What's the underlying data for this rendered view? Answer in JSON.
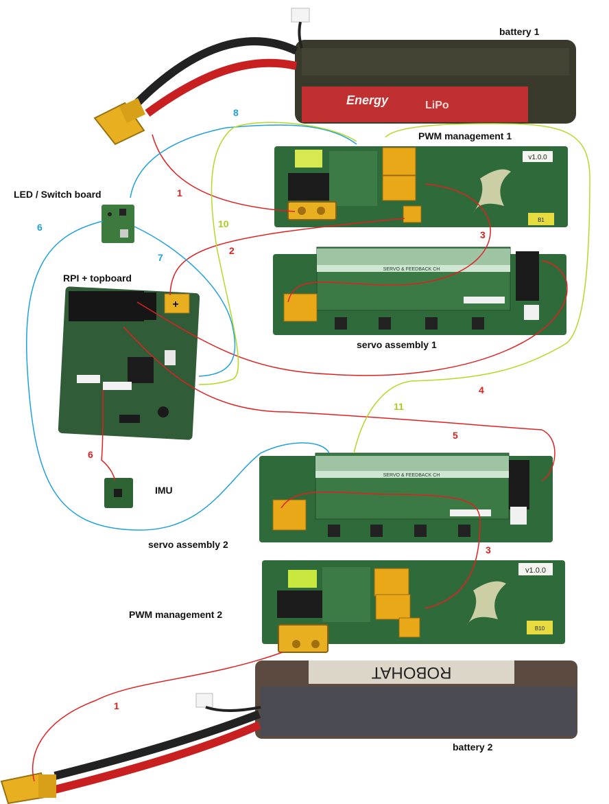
{
  "labels": {
    "battery1": "battery 1",
    "battery2": "battery 2",
    "pwm1": "PWM management 1",
    "pwm2": "PWM management 2",
    "servo1": "servo assembly 1",
    "servo2": "servo assembly 2",
    "led_switch": "LED / Switch board",
    "rpi": "RPI + topboard",
    "imu": "IMU"
  },
  "board_text": {
    "version1": "v1.0.0",
    "version2": "v1.0.0",
    "tag1": "B1",
    "tag2": "B10",
    "servo_strip1": "SERVO & FEEDBACK CH",
    "servo_strip2": "SERVO & FEEDBACK CH",
    "battery1_brand": "Energy",
    "battery1_type": "LiPo",
    "battery2_sticker": "ROBOHAT",
    "plus": "+"
  },
  "cables": {
    "c1a": "1",
    "c1b": "1",
    "c2": "2",
    "c3a": "3",
    "c3b": "3",
    "c4": "4",
    "c5": "5",
    "c6a": "6",
    "c6b": "6",
    "c7": "7",
    "c8": "8",
    "c10": "10",
    "c11": "11"
  },
  "colors": {
    "power_wire": "#e02020",
    "signal_wire": "#1ea0dc",
    "bus_wire": "#b4d828",
    "pcb": "#2f6b3a",
    "battery_body": "#3a3a2c",
    "xt60": "#e8b020"
  }
}
